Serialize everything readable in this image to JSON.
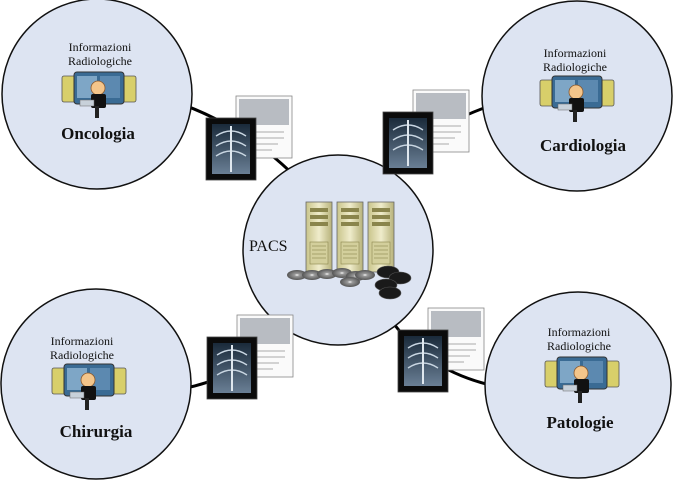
{
  "center": {
    "label": "PACS"
  },
  "nodes": [
    {
      "id": "oncologia",
      "title": "Oncologia",
      "info_line1": "Informazioni",
      "info_line2": "Radiologiche"
    },
    {
      "id": "cardiologia",
      "title": "Cardiologia",
      "info_line1": "Informazioni",
      "info_line2": "Radiologiche"
    },
    {
      "id": "chirurgia",
      "title": "Chirurgia",
      "info_line1": "Informazioni",
      "info_line2": "Radiologiche"
    },
    {
      "id": "patologie",
      "title": "Patologie",
      "info_line1": "Informazioni",
      "info_line2": "Radiologiche"
    }
  ],
  "colors": {
    "circle_fill": "#dde4f2",
    "circle_stroke": "#111111",
    "arrow": "#000000"
  }
}
